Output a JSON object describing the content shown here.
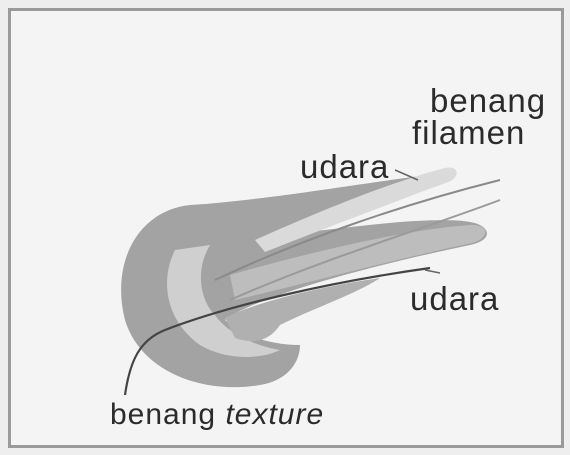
{
  "labels": {
    "benang_filamen_line1": "benang",
    "benang_filamen_line2": "filamen",
    "udara_top": "udara",
    "udara_right": "udara",
    "benang_texture_word": "benang",
    "benang_texture_italic": "texture"
  },
  "colors": {
    "shape_dark": "#8f8f8f",
    "shape_mid": "#b5b5b5",
    "shape_light": "#d6d6d6",
    "thread": "#4a4a4a"
  }
}
